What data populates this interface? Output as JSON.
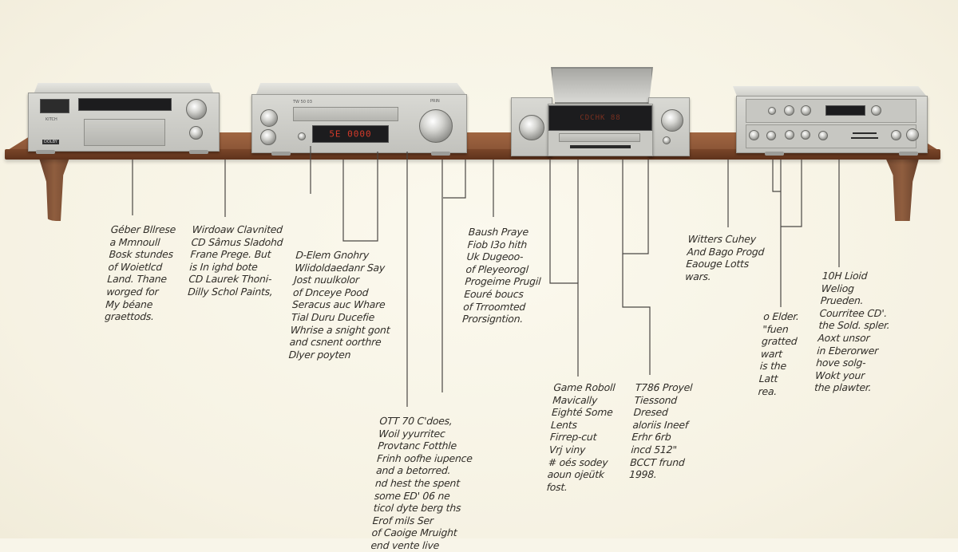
{
  "scene": {
    "title": "Shelf of vintage CD players with handwritten annotations",
    "colors": {
      "background": "#f8f5e9",
      "shelf": "#8a5234",
      "shelf_edge": "#6e3f26",
      "device_silver": "#cfcfca",
      "display_text": "#d43a2a",
      "ink": "#2f2c27"
    }
  },
  "devices": [
    {
      "name": "CD player 1",
      "display_text": "",
      "labels": [
        "DOLBY",
        "KITCH"
      ]
    },
    {
      "name": "CD player 2",
      "display_text": "5E 0000",
      "labels": [
        "TW 50 03",
        "PRIN"
      ]
    },
    {
      "name": "Top-loading CD player 3",
      "display_text": "CDCHK 88",
      "labels": []
    },
    {
      "name": "CD player 4",
      "display_text": "",
      "labels": []
    }
  ],
  "annotations": [
    {
      "id": "note-1",
      "text": "Géber Bllrese\na Mmnoull\nBosk stundes\nof Woietlcd\nLand. Thane\nworged for\nMy béane\ngraettods."
    },
    {
      "id": "note-2",
      "text": "Wirdoaw Clavnited\nCD Sâmus Sladohd\nFrane Prege. But\nis In ighd bote\nCD Laurek Thoni-\nDilly Schol Paints,"
    },
    {
      "id": "note-3",
      "text": "D-Elem Gnohry\nWlidoldaedanr Say\nJost nuulkolor\nof Dnceye Pood\nSeracus auc Whare\nTial Duru Ducefie\nWhrise a snight gont\nand csnent oorthre\nDlyer poyten"
    },
    {
      "id": "note-4",
      "text": "Baush Praye\nFiob I3o hith\nUk Dugeoo-\nof Pleyeorogl\nProgeime Prugil\nEouré boucs\nof Trroomted\nProrsigntion."
    },
    {
      "id": "note-5",
      "text": "OTT 70 C'does,\nWoil yyurritec\nProvtanc Fotthle\nFrinh oofhe iupence\nand a betorred.\nnd hest the spent\nsome ED' 06 ne\nticol dyte berg ths\nErof mils Ser\nof Caoige Mruight\nend vente live"
    },
    {
      "id": "note-6",
      "text": "Game Roboll\nMavically\nEighté Some\nLents\nFirrep-cut\nVrj viny\n# oés sodey\naoun ojeütk\nfost."
    },
    {
      "id": "note-7",
      "text": "T786 Proyel\nTiessond\nDresed\naloriis Ineef\nErhr 6rb\nincd 512\"\nBCCT frund\n1998."
    },
    {
      "id": "note-8",
      "text": "Witters Cuhey\nAnd Bago Progd\nEaouge Lotts\nwars."
    },
    {
      "id": "note-9",
      "text": "o Elder.\n\"fuen\ngratted\nwart\nis the\nLatt\nrea."
    },
    {
      "id": "note-10",
      "text": "10H Lioid\nWeliog\nPrueden.\nCourritee CD'.\nthe Sold. spler.\nAoxt unsor\nin Eberorwer\nhove solg-\nWokt your\nthe plawter."
    }
  ]
}
